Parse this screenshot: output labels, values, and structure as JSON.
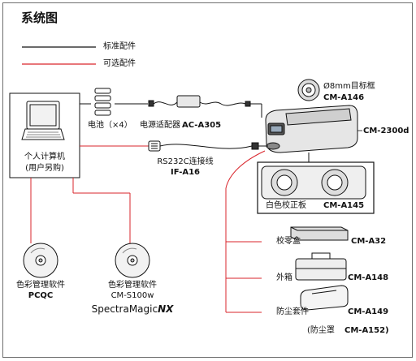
{
  "title": "系统图",
  "legend": {
    "standard": "标准配件",
    "optional": "可选配件",
    "standard_color": "#111111",
    "optional_color": "#d9242b"
  },
  "computer": {
    "line1": "个人计算机",
    "line2": "(用户另购)"
  },
  "battery": "电池（×4）",
  "ac_adapter": {
    "name": "电源适配器",
    "model": "AC-A305"
  },
  "cable": {
    "name": "RS232C连接线",
    "model": "IF-A16"
  },
  "target_mask": {
    "name": "Ø8mm目标框",
    "model": "CM-A146"
  },
  "instrument": {
    "model": "CM-2300d"
  },
  "calibration": {
    "name": "白色校正板",
    "model": "CM-A145"
  },
  "zero_box": {
    "name": "校零盒",
    "model": "CM-A32"
  },
  "case": {
    "name": "外箱",
    "model": "CM-A148"
  },
  "dust_cover": {
    "name": "防尘套件",
    "model": "CM-A149"
  },
  "dust_hood": {
    "name": "(防尘罩",
    "model": "CM-A152)"
  },
  "software1": {
    "line1": "色彩管理软件",
    "line2": "PCQC"
  },
  "software2": {
    "line1": "色彩管理软件",
    "line2": "CM-S100w",
    "line3_main": "SpectraMagic",
    "line3_suffix": "NX"
  }
}
